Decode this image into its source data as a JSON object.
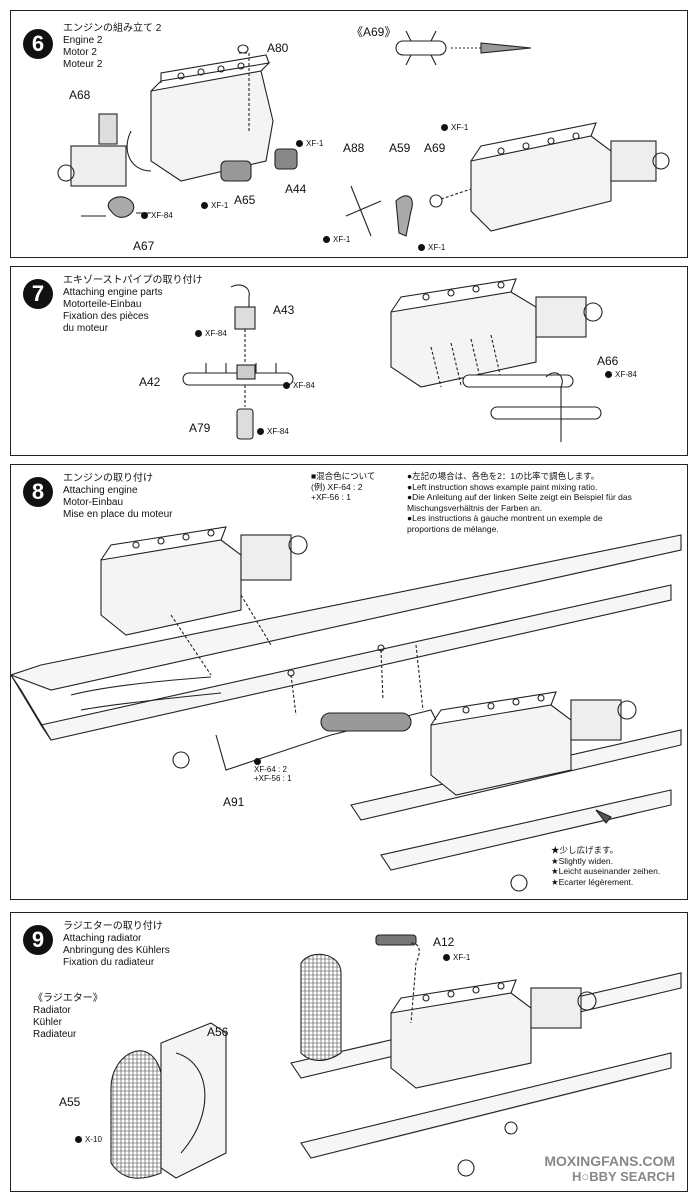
{
  "steps": [
    {
      "number": "6",
      "titles": [
        "エンジンの組み立て 2",
        "Engine 2",
        "Motor 2",
        "Moteur 2"
      ],
      "sub_title": "《A69》",
      "parts": [
        "A80",
        "A68",
        "A65",
        "A44",
        "A67",
        "A88",
        "A59",
        "A69"
      ],
      "paints": [
        "XF-1",
        "XF-84",
        "XF-1",
        "XF-1",
        "XF-1",
        "XF-1"
      ]
    },
    {
      "number": "7",
      "titles": [
        "エキゾーストパイプの取り付け",
        "Attaching engine parts",
        "Motorteile-Einbau",
        "Fixation des pièces",
        "du moteur"
      ],
      "parts": [
        "A43",
        "A42",
        "A79",
        "A66"
      ],
      "paints": [
        "XF-84",
        "XF-84",
        "XF-84",
        "XF-84"
      ]
    },
    {
      "number": "8",
      "titles": [
        "エンジンの取り付け",
        "Attaching engine",
        "Motor-Einbau",
        "Mise en place du moteur"
      ],
      "mix_note": [
        "■混合色について",
        "(例) XF-64 : 2",
        "+XF-56 : 1"
      ],
      "instruction": [
        "●左記の場合は、各色を2：1の比率で調色します。",
        "●Left instruction shows example paint mixing ratio.",
        "●Die Anleitung auf der linken Seite zeigt ein Beispiel für das",
        "Mischungsverhältnis der Farben an.",
        "●Les instructions à gauche montrent un exemple de",
        "proportions de mélange."
      ],
      "parts": [
        "A91"
      ],
      "mix_paint": [
        "XF-64 : 2",
        "+XF-56 : 1"
      ],
      "widen_note": [
        "★少し広げます。",
        "★Slightly widen.",
        "★Leicht auseinander zeihen.",
        "★Ecarter légèrement."
      ]
    },
    {
      "number": "9",
      "titles": [
        "ラジエターの取り付け",
        "Attaching radiator",
        "Anbringung des Kühlers",
        "Fixation du radiateur"
      ],
      "sub_titles": [
        "《ラジエター》",
        "Radiator",
        "Kühler",
        "Radiateur"
      ],
      "parts": [
        "A12",
        "A56",
        "A55"
      ],
      "paints": [
        "XF-1",
        "X-10"
      ]
    }
  ],
  "watermark": {
    "line1": "MOXINGFANS.COM",
    "line2": "H○BBY SEARCH"
  }
}
